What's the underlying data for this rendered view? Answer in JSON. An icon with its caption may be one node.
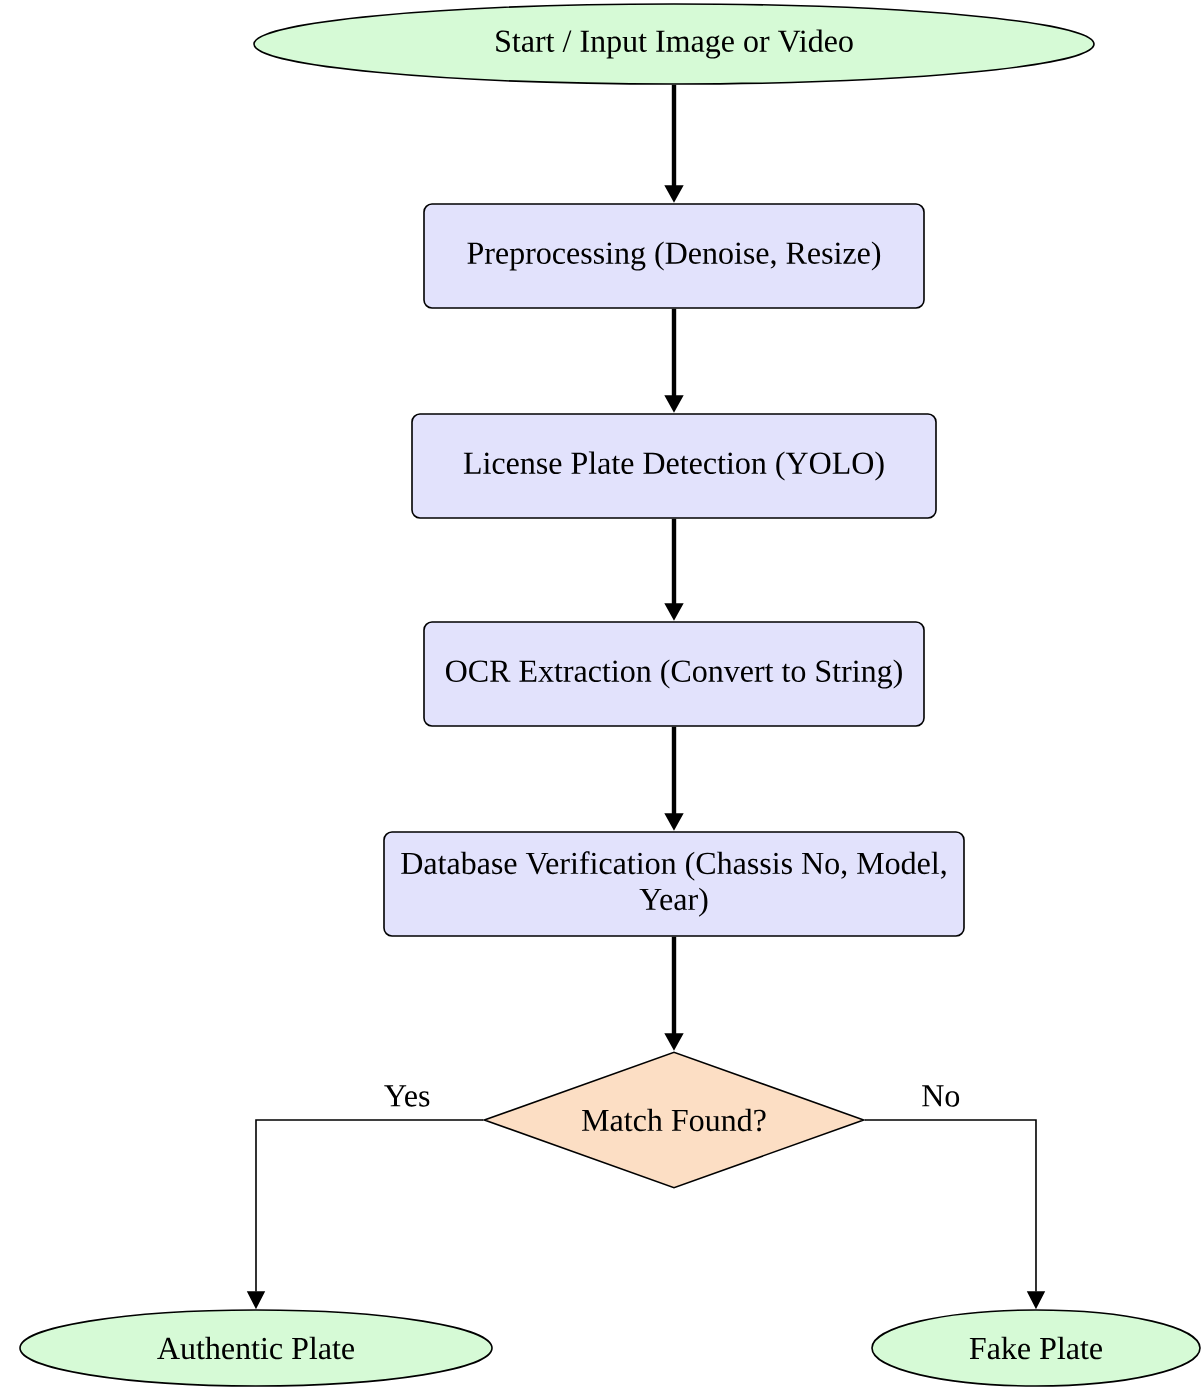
{
  "diagram": {
    "nodes": [
      {
        "text": [
          "Start / Input Image or Video"
        ]
      },
      {
        "text": [
          "Preprocessing (Denoise, Resize)"
        ]
      },
      {
        "text": [
          "License Plate Detection (YOLO)"
        ]
      },
      {
        "text": [
          "OCR Extraction (Convert to String)"
        ]
      },
      {
        "text": [
          "Database Verification (Chassis No, Model, Year)"
        ]
      },
      {
        "text": [
          "Match Found?"
        ]
      },
      {
        "text": [
          "Authentic Plate"
        ]
      },
      {
        "text": [
          "Fake Plate"
        ]
      }
    ],
    "edges": [
      {
        "from": 0,
        "to": 1,
        "arrow": "to"
      },
      {
        "from": 1,
        "to": 2,
        "arrow": "to"
      },
      {
        "from": 2,
        "to": 3,
        "arrow": "to"
      },
      {
        "from": 3,
        "to": 4,
        "arrow": "to"
      },
      {
        "from": 4,
        "to": 5,
        "arrow": "to"
      },
      {
        "from": 5,
        "to": 6,
        "arrow": "to",
        "label": "Yes"
      },
      {
        "from": 5,
        "to": 7,
        "arrow": "to",
        "label": "No"
      }
    ]
  }
}
